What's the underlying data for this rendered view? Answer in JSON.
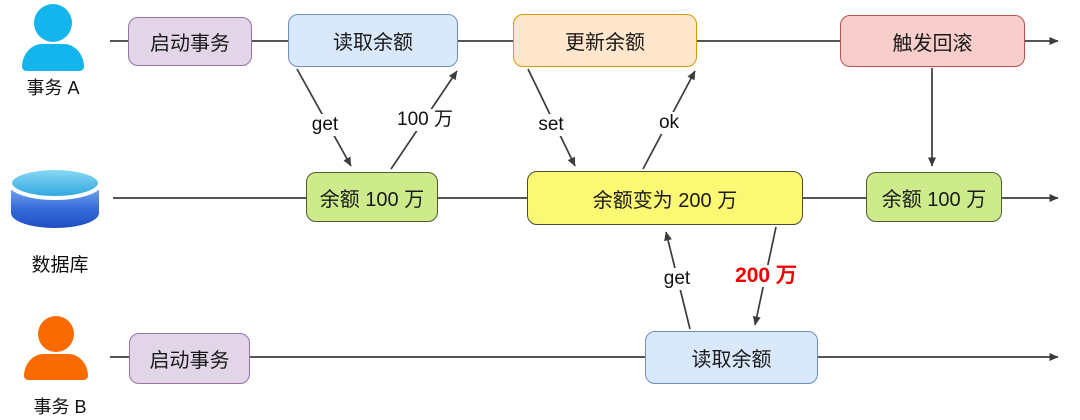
{
  "diagram": {
    "title_hint": "dirty-read transaction timeline diagram",
    "actors": {
      "a": {
        "label": "事务 A",
        "icon": "user-a-icon",
        "color": "#14b4ec"
      },
      "db": {
        "label": "数据库",
        "icon": "database-icon",
        "color": "#2a7de0"
      },
      "b": {
        "label": "事务 B",
        "icon": "user-b-icon",
        "color": "#f96a00"
      }
    },
    "nodes": {
      "a_start": {
        "label": "启动事务",
        "style": "purple"
      },
      "a_read": {
        "label": "读取余额",
        "style": "blue"
      },
      "a_update": {
        "label": "更新余额",
        "style": "orange"
      },
      "a_rollback": {
        "label": "触发回滚",
        "style": "red"
      },
      "db_balance1": {
        "label": "余额 100 万",
        "style": "green"
      },
      "db_balance2": {
        "label": "余额变为 200 万",
        "style": "yellow"
      },
      "db_balance3": {
        "label": "余额 100 万",
        "style": "green"
      },
      "b_start": {
        "label": "启动事务",
        "style": "purple"
      },
      "b_read": {
        "label": "读取余额",
        "style": "blue"
      }
    },
    "edges": {
      "a_get": {
        "label": "get"
      },
      "a_result": {
        "label": "100 万"
      },
      "a_set": {
        "label": "set"
      },
      "a_ok": {
        "label": "ok"
      },
      "b_get": {
        "label": "get"
      },
      "b_result": {
        "label": "200 万",
        "emphasis": "red-bold"
      }
    },
    "palette": {
      "purple_fill": "#e1d5e7",
      "purple_stroke": "#9673a6",
      "blue_fill": "#dae8fc",
      "blue_stroke": "#6c8ebf",
      "orange_fill": "#ffe6cc",
      "orange_stroke": "#d79b00",
      "red_fill": "#f8cecc",
      "red_stroke": "#b85450",
      "green_fill": "#cdeb8b",
      "green_stroke": "#4f5d2f",
      "yellow_fill": "#fbf874",
      "yellow_stroke": "#4a4d31",
      "wire": "#3b3b3b",
      "alert_text": "#f20000"
    }
  }
}
